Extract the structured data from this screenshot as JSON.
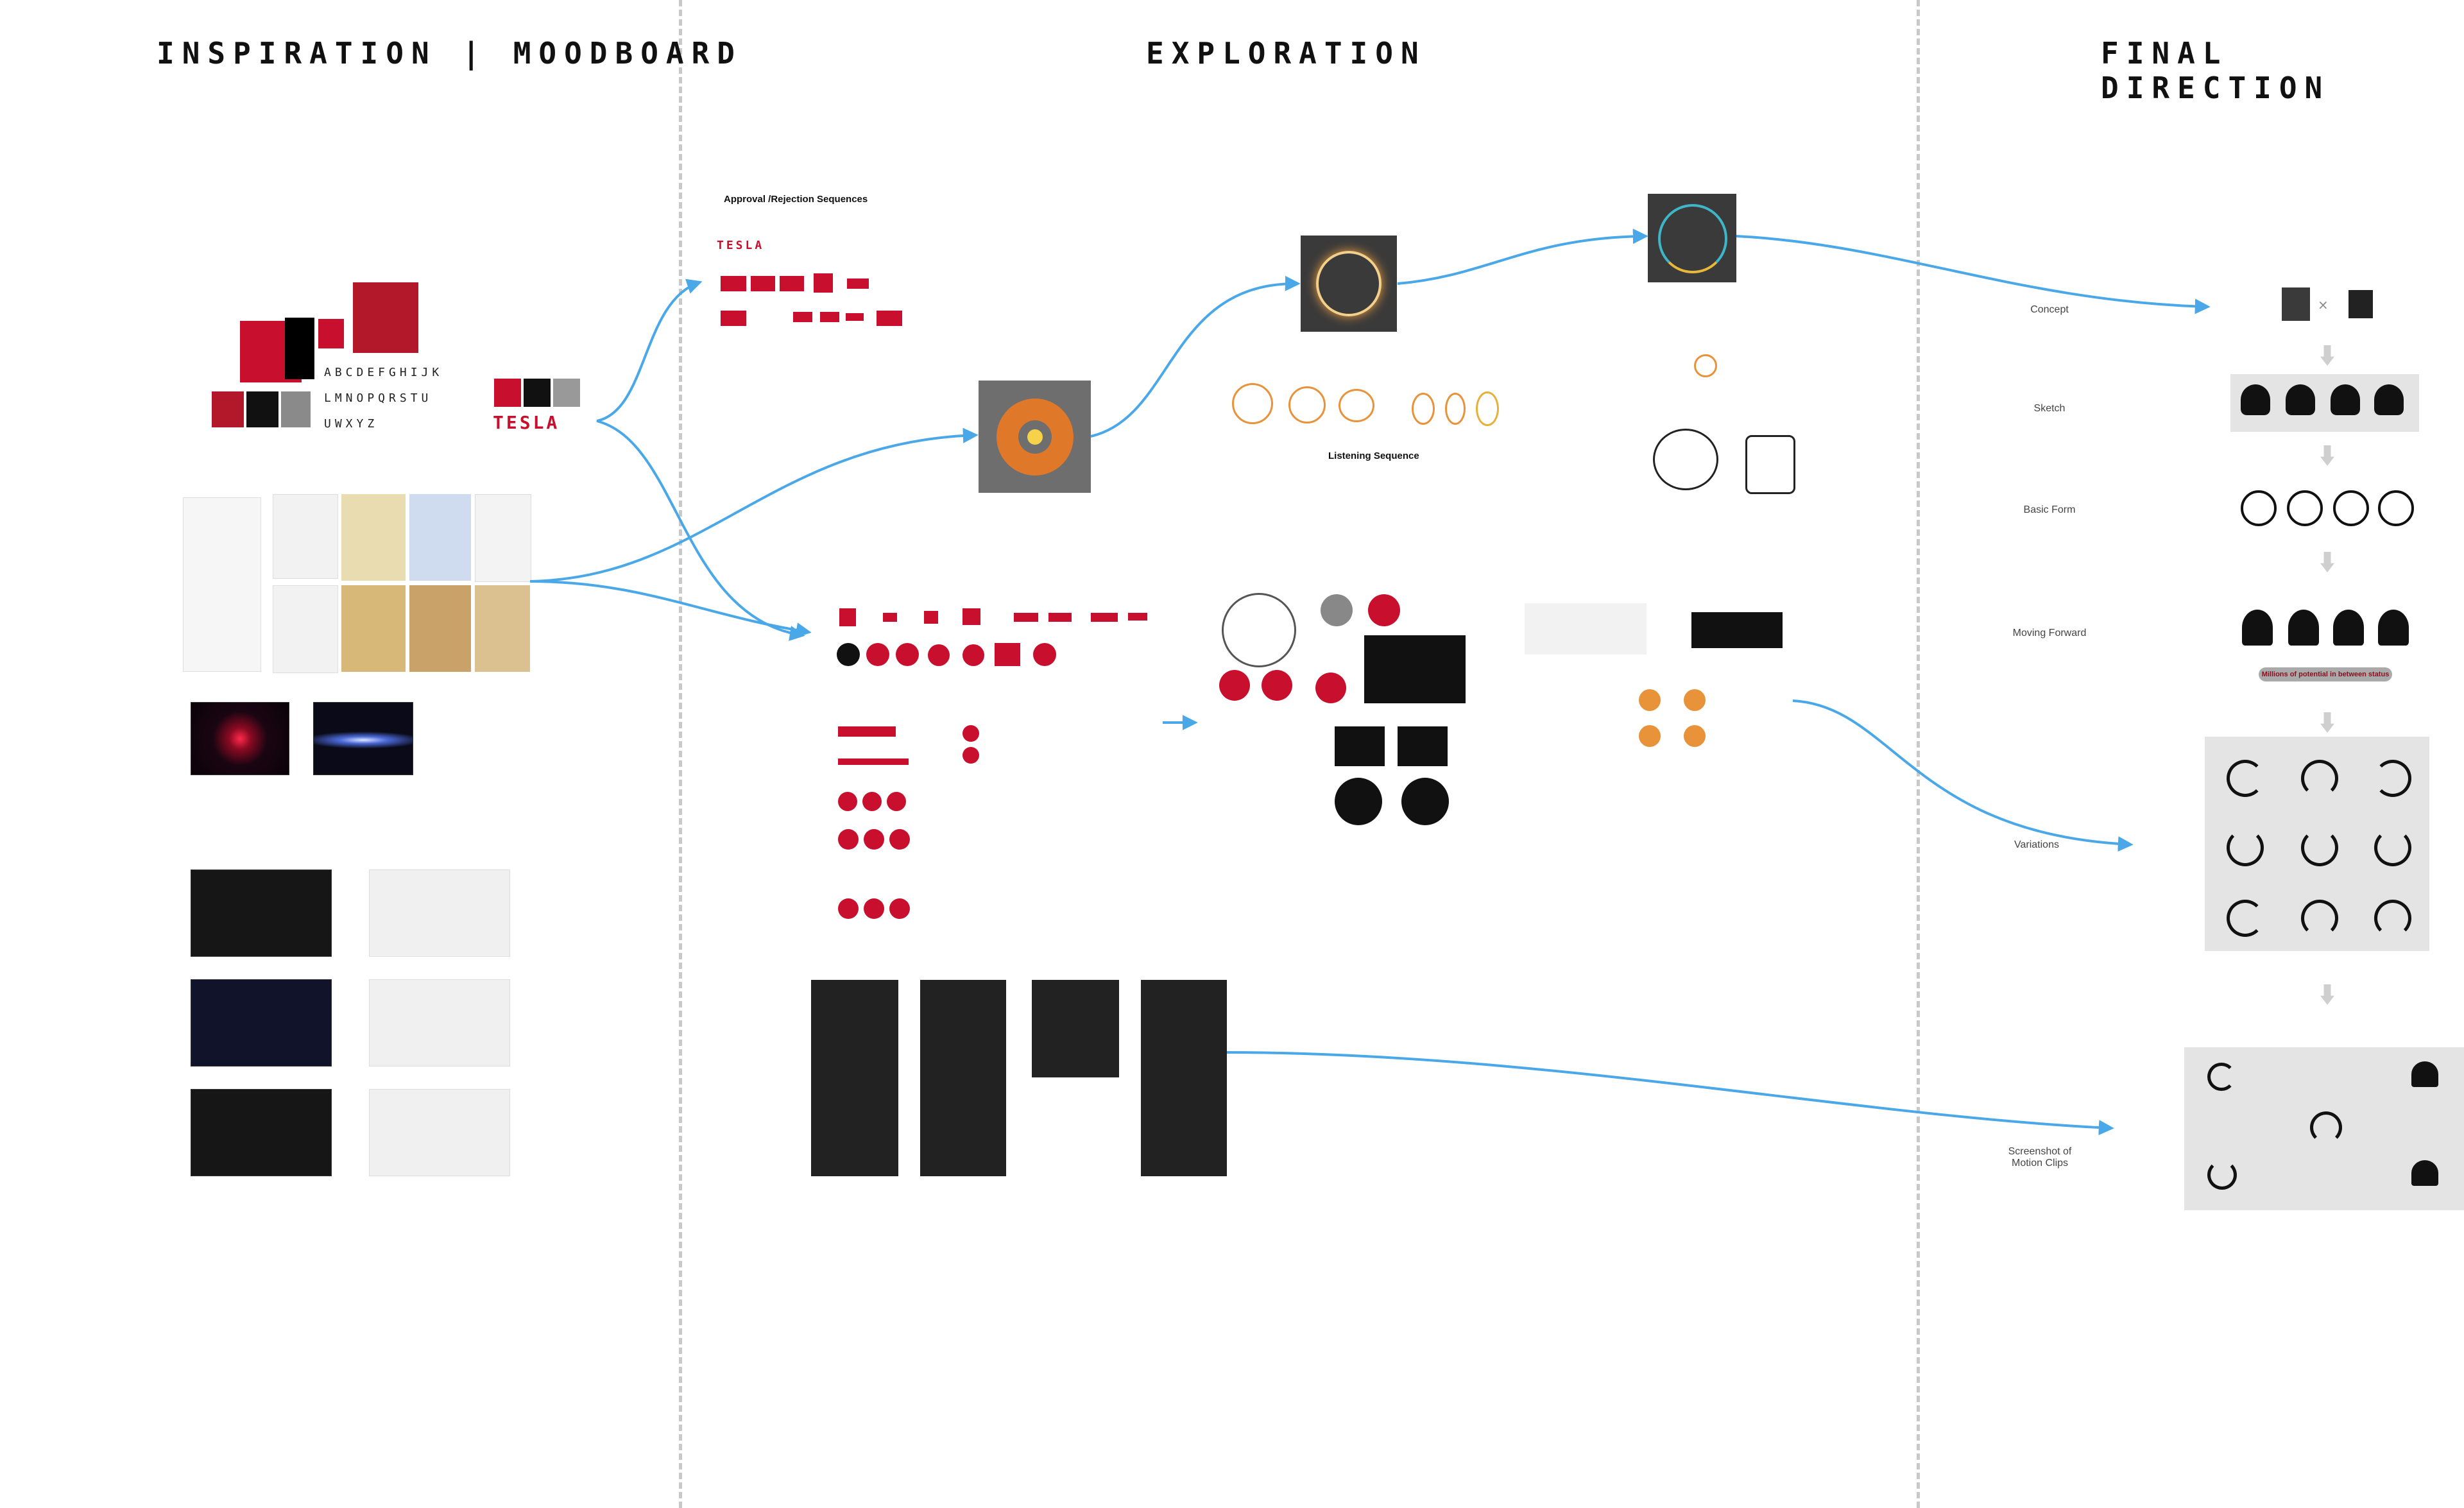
{
  "columns": {
    "inspiration": "INSPIRATION | MOODBOARD",
    "exploration": "EXPLORATION",
    "final": "FINAL DIRECTION"
  },
  "exploration": {
    "approval_title": "Approval /Rejection Sequences",
    "listening_title": "Listening Sequence"
  },
  "moodboard": {
    "tesla_word": "TESLA",
    "alphabet_row1": "ABCDEFGHIJK",
    "alphabet_row2": "LMNOPQRSTU",
    "alphabet_row3": "UWXYZ"
  },
  "final": {
    "concept": "Concept",
    "sketch": "Sketch",
    "basic_form": "Basic Form",
    "moving_forward": "Moving Forward",
    "variations": "Variations",
    "screenshot": "Screenshot of Motion Clips",
    "potential_banner": "Millions of potential in between status"
  },
  "colors": {
    "connector": "#4aa8e8",
    "tesla_red": "#c8102e",
    "divider": "#c9c9c9"
  }
}
